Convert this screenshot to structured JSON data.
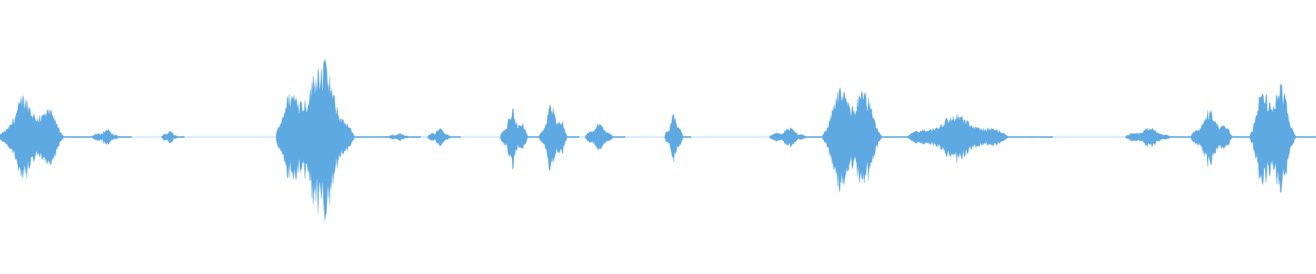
{
  "waveform": {
    "color": "#5ea9e2",
    "background": "#ffffff",
    "segments": [
      {
        "id": "s1",
        "start": 0.0,
        "end": 0.07,
        "amp": 0.33
      },
      {
        "id": "s2",
        "start": 0.07,
        "end": 0.1,
        "amp": 0.06
      },
      {
        "id": "s3",
        "start": 0.123,
        "end": 0.14,
        "amp": 0.05
      },
      {
        "id": "s4",
        "start": 0.21,
        "end": 0.295,
        "amp": 0.62
      },
      {
        "id": "s5",
        "start": 0.295,
        "end": 0.32,
        "amp": 0.03
      },
      {
        "id": "s6",
        "start": 0.325,
        "end": 0.35,
        "amp": 0.07
      },
      {
        "id": "s7",
        "start": 0.38,
        "end": 0.41,
        "amp": 0.22
      },
      {
        "id": "s8",
        "start": 0.41,
        "end": 0.44,
        "amp": 0.25
      },
      {
        "id": "s9",
        "start": 0.445,
        "end": 0.475,
        "amp": 0.11
      },
      {
        "id": "s10",
        "start": 0.505,
        "end": 0.525,
        "amp": 0.18
      },
      {
        "id": "s11",
        "start": 0.585,
        "end": 0.625,
        "amp": 0.07
      },
      {
        "id": "s12",
        "start": 0.625,
        "end": 0.69,
        "amp": 0.45
      },
      {
        "id": "s13",
        "start": 0.69,
        "end": 0.8,
        "amp": 0.17
      },
      {
        "id": "s14",
        "start": 0.855,
        "end": 0.905,
        "amp": 0.07
      },
      {
        "id": "s15",
        "start": 0.905,
        "end": 0.95,
        "amp": 0.21
      },
      {
        "id": "s16",
        "start": 0.95,
        "end": 1.0,
        "amp": 0.49
      }
    ]
  }
}
